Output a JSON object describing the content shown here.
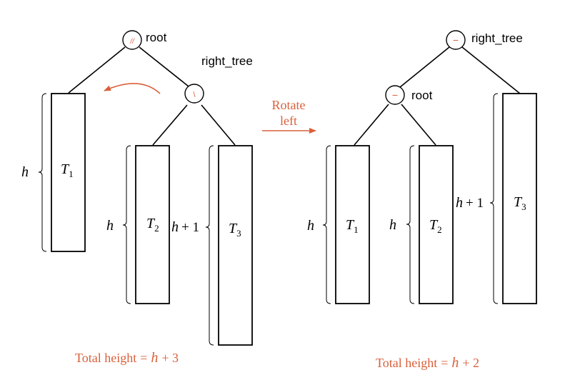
{
  "colors": {
    "accent": "#d9603b",
    "line": "#000000"
  },
  "labels": {
    "rotate_line1": "Rotate",
    "rotate_line2": "left",
    "height_var": "h",
    "plus_one": "+ 1",
    "equals": "=",
    "plus_three": "+ 3",
    "plus_two": "+ 2",
    "total_height_prefix": "Total height"
  },
  "left_tree": {
    "root_label": "root",
    "root_balance": "//",
    "right_label": "right_tree",
    "right_balance": "\\",
    "subtrees": [
      {
        "name": "T",
        "subscript": "1",
        "height_base": "h",
        "height_plus": ""
      },
      {
        "name": "T",
        "subscript": "2",
        "height_base": "h",
        "height_plus": ""
      },
      {
        "name": "T",
        "subscript": "3",
        "height_base": "h",
        "height_plus": "+ 1"
      }
    ],
    "total_height_base": "h",
    "total_height_plus": "+ 3"
  },
  "right_tree": {
    "top_label": "right_tree",
    "top_balance": "−",
    "left_label": "root",
    "left_balance": "−",
    "subtrees": [
      {
        "name": "T",
        "subscript": "1",
        "height_base": "h",
        "height_plus": ""
      },
      {
        "name": "T",
        "subscript": "2",
        "height_base": "h",
        "height_plus": ""
      },
      {
        "name": "T",
        "subscript": "3",
        "height_base": "h",
        "height_plus": "+ 1"
      }
    ],
    "total_height_base": "h",
    "total_height_plus": "+ 2"
  }
}
